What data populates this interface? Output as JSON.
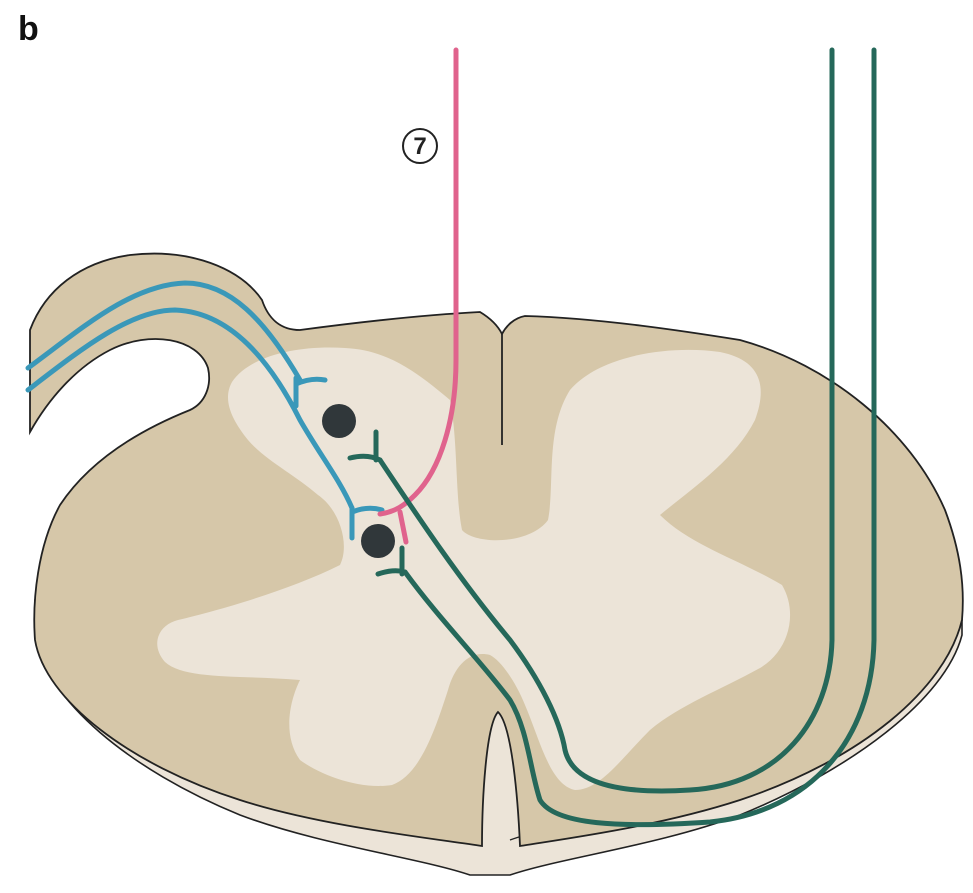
{
  "figure": {
    "panel_letter": "b",
    "marker_label": "7"
  },
  "colors": {
    "white_matter": "#d6c7a9",
    "grey_matter": "#ece4d8",
    "outline": "#222222",
    "afferent_fibers": "#3a98b9",
    "descending_pathway": "#e0638d",
    "motor_fibers": "#25685a",
    "neuron_body": "#30373a"
  },
  "icons": [
    "neuron-cell-body",
    "synapse-terminal"
  ]
}
